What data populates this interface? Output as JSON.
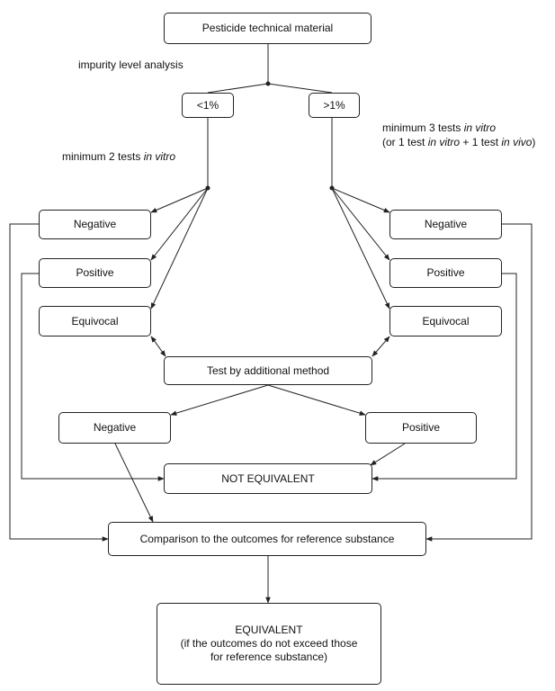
{
  "nodes": {
    "technical": "Pesticide technical material",
    "less1": "<1%",
    "more1": ">1%",
    "left_negative": "Negative",
    "left_positive": "Positive",
    "left_equivocal": "Equivocal",
    "right_negative": "Negative",
    "right_positive": "Positive",
    "right_equivocal": "Equivocal",
    "additional": "Test by additional method",
    "mid_negative": "Negative",
    "mid_positive": "Positive",
    "not_equivalent": "NOT EQUIVALENT",
    "comparison": "Comparison to the outcomes for reference substance",
    "equivalent_title": "EQUIVALENT",
    "equivalent_line1": "(if the outcomes do not exceed those",
    "equivalent_line2": "for reference substance)"
  },
  "labels": {
    "impurity": "impurity level analysis",
    "left_tests_prefix": "minimum 2 tests ",
    "left_tests_italic": "in vitro",
    "right_tests_l1_prefix": "minimum 3 tests ",
    "right_tests_l1_italic": "in vitro",
    "right_tests_l2_a": "(or 1 test ",
    "right_tests_l2_b": "in vitro",
    "right_tests_l2_c": " + 1 test ",
    "right_tests_l2_d": "in vivo",
    "right_tests_l2_e": ")"
  },
  "colors": {
    "line": "#222222",
    "background": "#ffffff"
  }
}
